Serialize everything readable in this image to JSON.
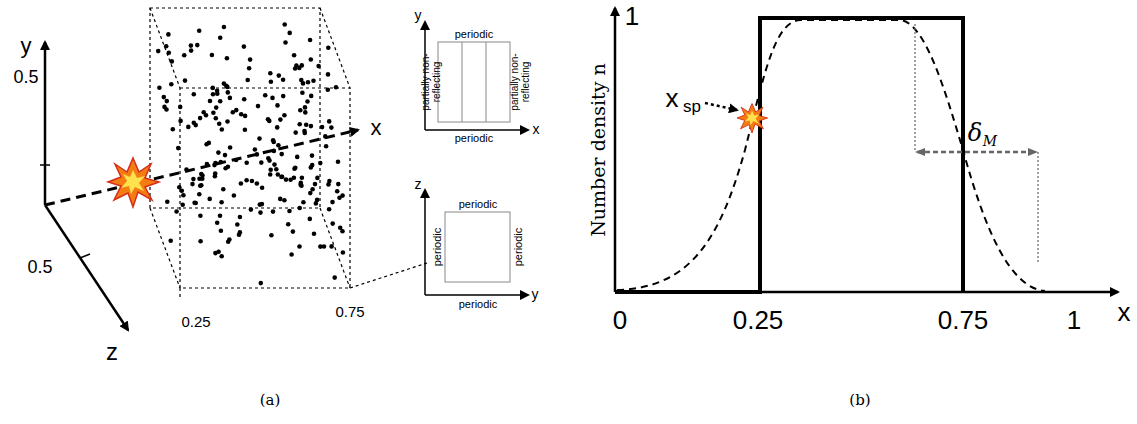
{
  "diagram": {
    "labels": [
      "y",
      "0.5",
      "x",
      "0.5",
      "z",
      "0.25",
      "0.75",
      "y",
      "periodic",
      "partially non-reflecting",
      "partially non-reflecting",
      "periodic",
      "x",
      "z",
      "periodic",
      "periodic",
      "periodic",
      "periodic",
      "y",
      "(a)",
      "1",
      "Number density n",
      "x",
      "sp",
      "δ",
      "M",
      "x",
      "0",
      "0.25",
      "0.75",
      "1",
      "(b)"
    ]
  }
}
